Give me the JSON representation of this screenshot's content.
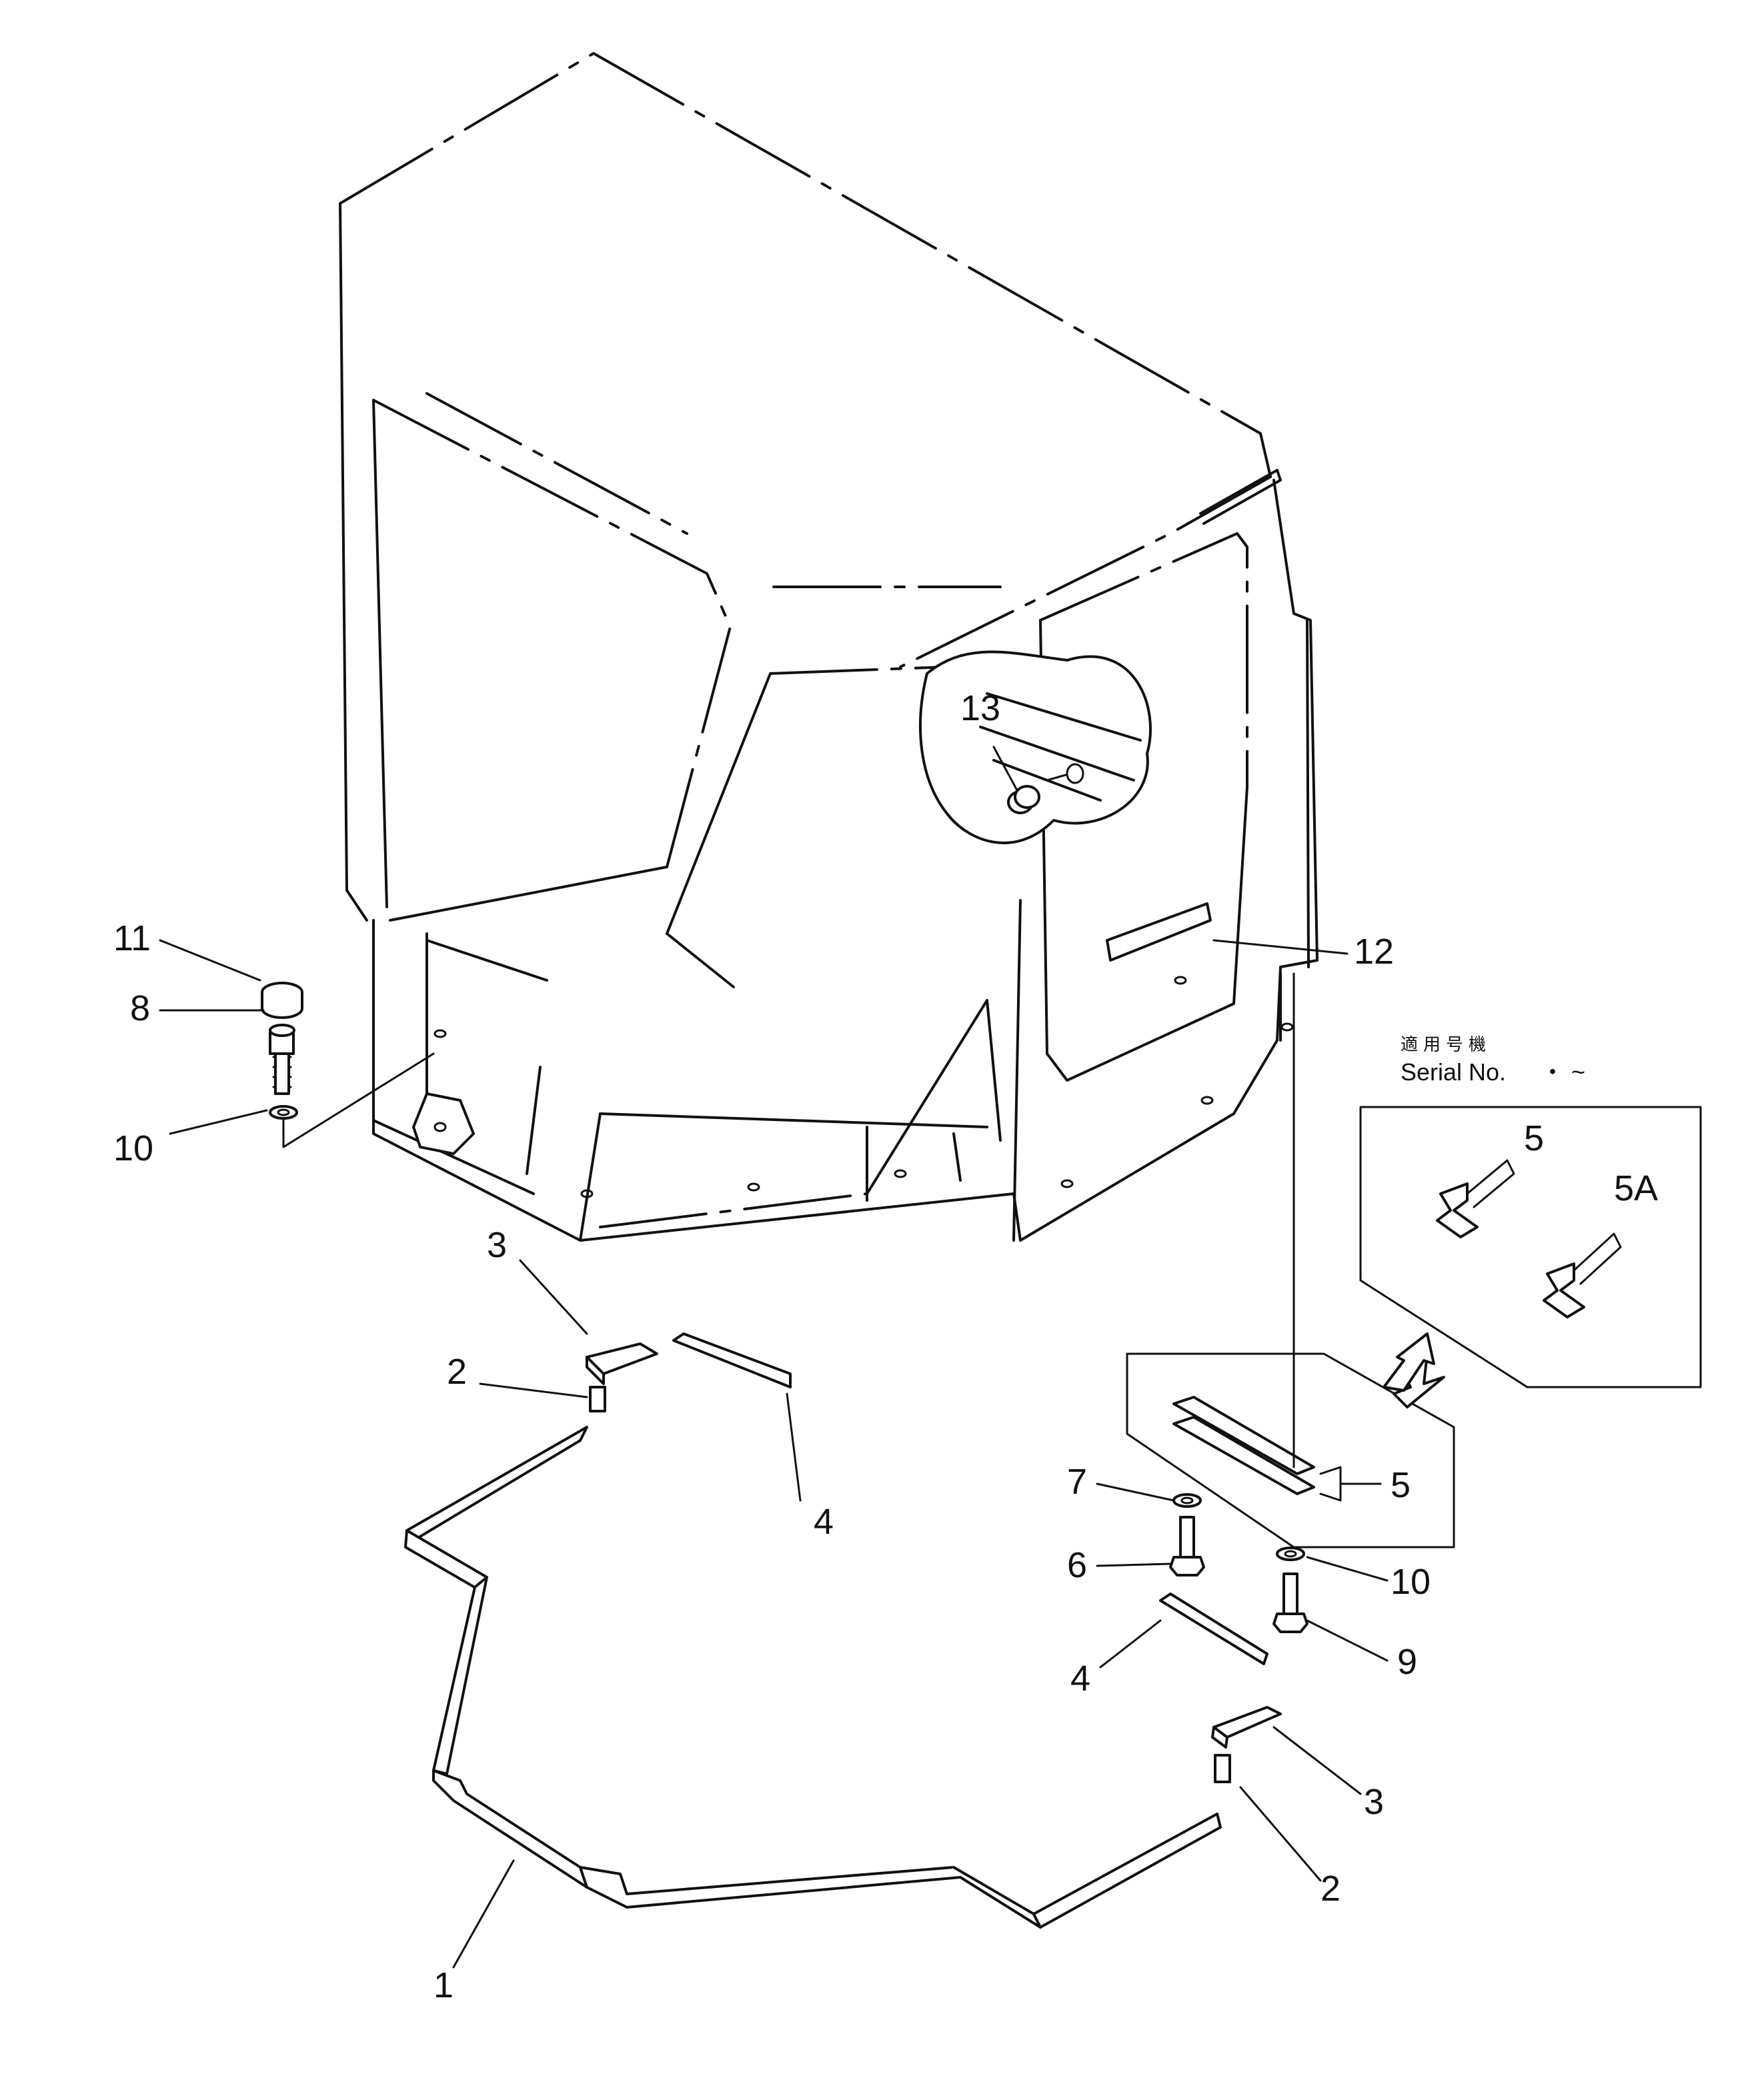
{
  "callouts": {
    "c1": "1",
    "c2_left": "2",
    "c2_right": "2",
    "c3_left": "3",
    "c3_right": "3",
    "c4_left": "4",
    "c4_right": "4",
    "c5_main": "5",
    "c5_inset": "5",
    "c5a_inset": "5A",
    "c6": "6",
    "c7": "7",
    "c8": "8",
    "c9": "9",
    "c10_left": "10",
    "c10_right": "10",
    "c11": "11",
    "c12": "12",
    "c13": "13"
  },
  "serial": {
    "japanese_label": "適用号機",
    "label": "Serial No.",
    "value": "・ ~"
  }
}
